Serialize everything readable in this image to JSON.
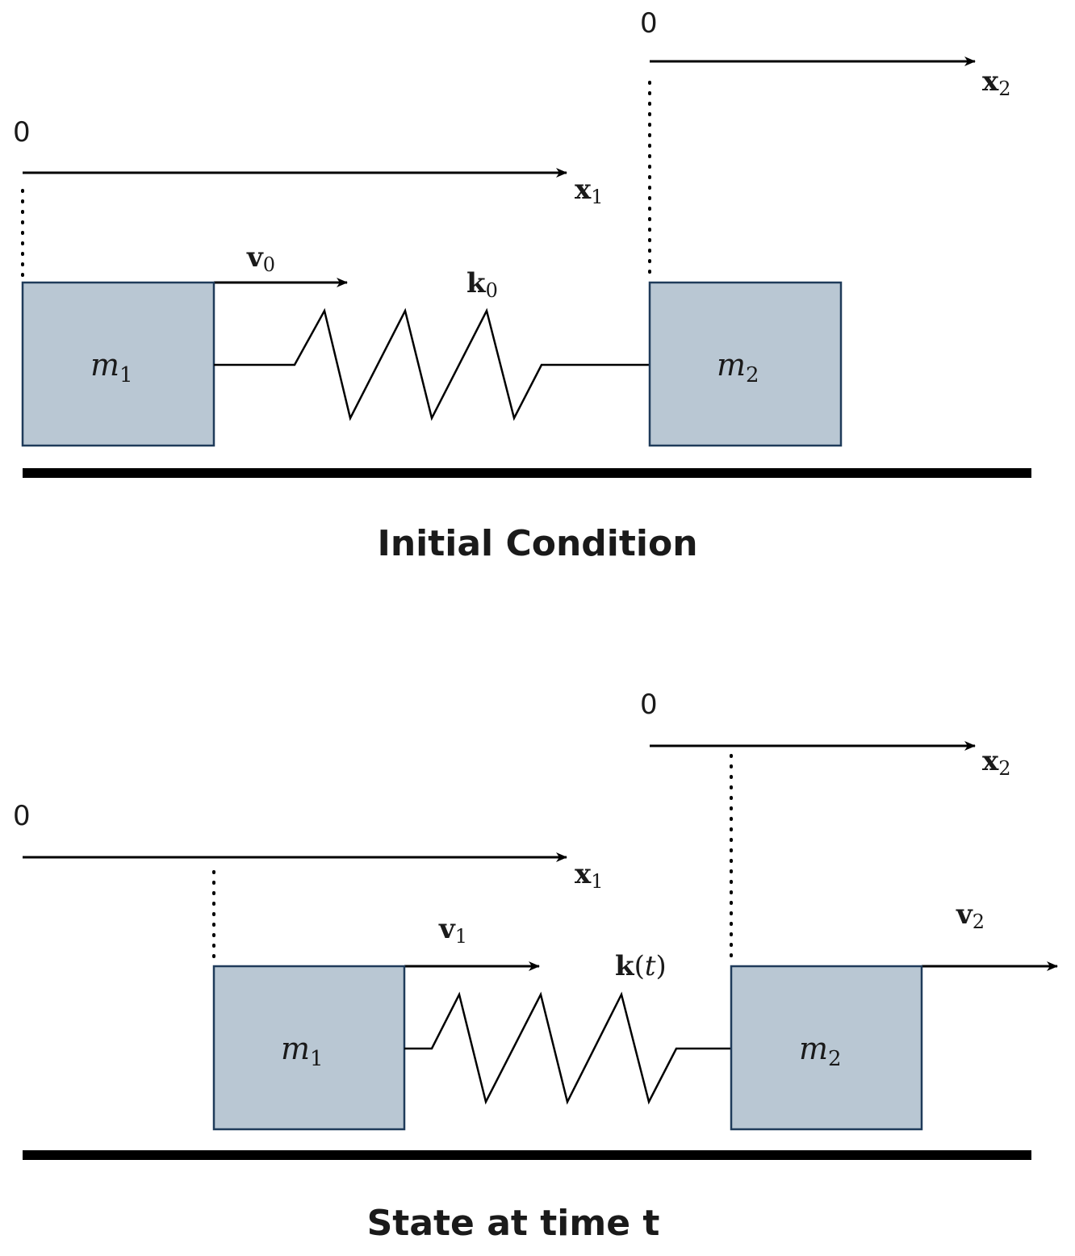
{
  "panels": {
    "initial": {
      "caption": "Initial Condition",
      "axis_x1": {
        "origin": "0",
        "var": "x",
        "sub": "1"
      },
      "axis_x2": {
        "origin": "0",
        "var": "x",
        "sub": "2"
      },
      "velocity": {
        "var": "v",
        "sub": "0"
      },
      "spring": {
        "var": "k",
        "sub": "0"
      },
      "mass1": {
        "var": "m",
        "sub": "1"
      },
      "mass2": {
        "var": "m",
        "sub": "2"
      }
    },
    "state_t": {
      "caption": "State at time t",
      "axis_x1": {
        "origin": "0",
        "var": "x",
        "sub": "1"
      },
      "axis_x2": {
        "origin": "0",
        "var": "x",
        "sub": "2"
      },
      "velocity1": {
        "var": "v",
        "sub": "1"
      },
      "velocity2": {
        "var": "v",
        "sub": "2"
      },
      "spring": {
        "var": "k",
        "open": "(",
        "arg": "t",
        "close": ")"
      },
      "mass1": {
        "var": "m",
        "sub": "1"
      },
      "mass2": {
        "var": "m",
        "sub": "2"
      }
    }
  },
  "colors": {
    "block_fill": "#b9c7d3",
    "block_stroke": "#1f3b5a",
    "line": "#000000"
  }
}
